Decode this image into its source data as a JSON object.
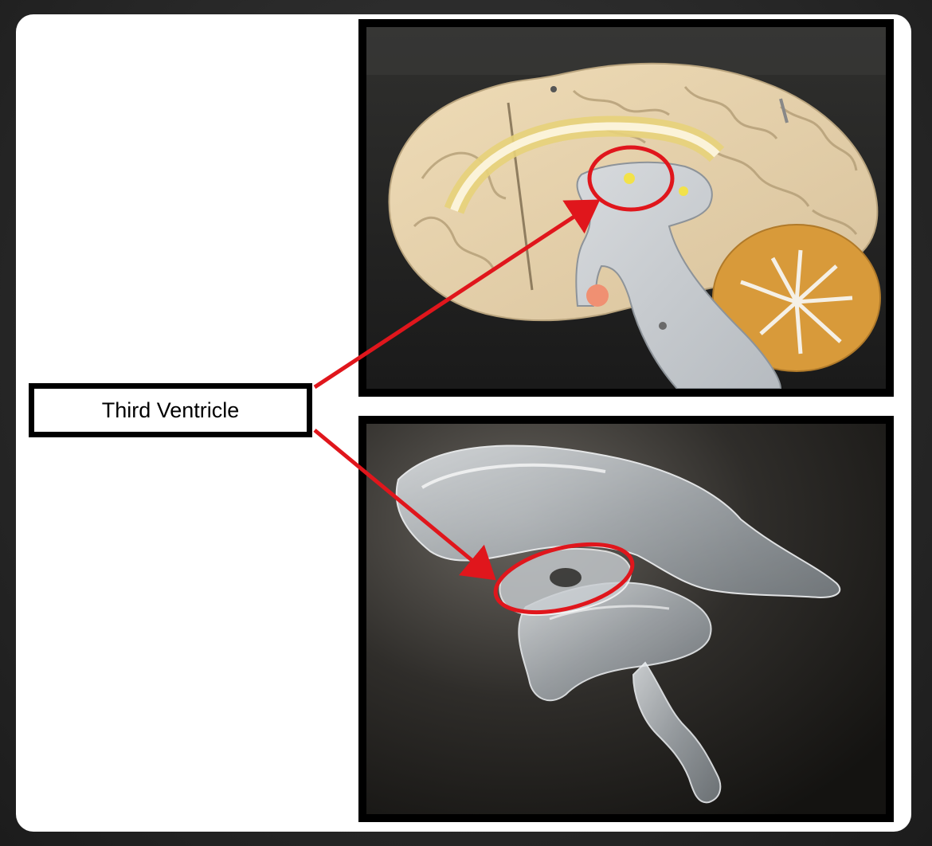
{
  "label": {
    "text": "Third Ventricle"
  },
  "photos": {
    "top": {
      "subject": "sagittal-brain-model-photo"
    },
    "bottom": {
      "subject": "ventricular-cast-model-photo"
    }
  },
  "colors": {
    "annotation": "#e0161c",
    "frame": "#000000",
    "card": "#ffffff",
    "background": "#2a2a2a"
  }
}
